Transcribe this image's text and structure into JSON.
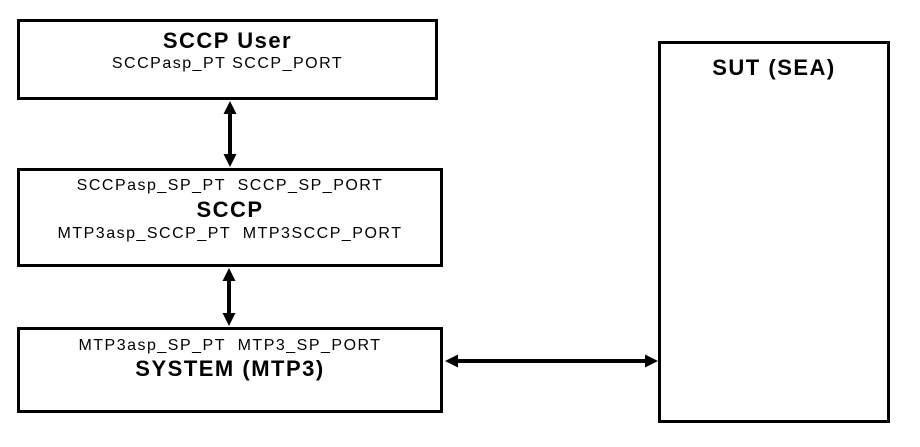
{
  "diagram": {
    "boxes": {
      "sccp_user": {
        "title": "SCCP User",
        "ports": "SCCPasp_PT SCCP_PORT"
      },
      "sccp": {
        "ports_upper": "SCCPasp_SP_PT  SCCP_SP_PORT",
        "title": "SCCP",
        "ports_lower": "MTP3asp_SCCP_PT  MTP3SCCP_PORT"
      },
      "system_mtp3": {
        "ports_upper": "MTP3asp_SP_PT  MTP3_SP_PORT",
        "title": "SYSTEM (MTP3)"
      },
      "sut": {
        "title": "SUT (SEA)"
      }
    },
    "arrows": [
      {
        "name": "sccp-user-to-sccp",
        "direction": "vertical-double-headed"
      },
      {
        "name": "sccp-to-system-mtp3",
        "direction": "vertical-double-headed"
      },
      {
        "name": "system-mtp3-to-sut",
        "direction": "horizontal-double-headed"
      }
    ],
    "colors": {
      "line": "#000000",
      "background": "#ffffff",
      "text": "#000000"
    }
  }
}
